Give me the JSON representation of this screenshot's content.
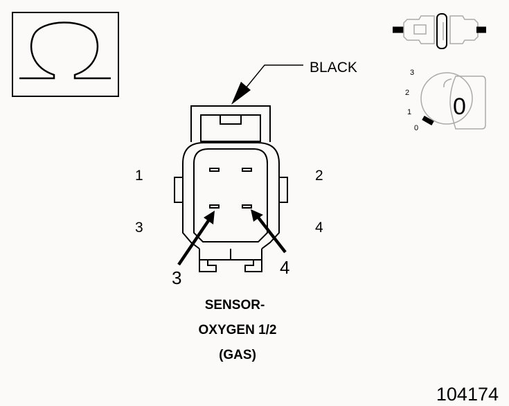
{
  "connector": {
    "wire_color": "BLACK",
    "pins": [
      "1",
      "2",
      "3",
      "4"
    ],
    "callouts": [
      "3",
      "4"
    ]
  },
  "caption": {
    "line1": "SENSOR-",
    "line2": "OXYGEN 1/2",
    "line3": "(GAS)"
  },
  "figure_number": "104174",
  "ignition_key": {
    "positions": [
      "3",
      "2",
      "1",
      "0"
    ],
    "current": "0"
  },
  "icons": {
    "meter": "ohm-symbol-icon",
    "disconnect": "connector-disconnected-icon",
    "key": "ignition-key-icon"
  },
  "colors": {
    "background": "#fcf9f9",
    "line": "#000000",
    "faded": "#aaaaaa"
  }
}
